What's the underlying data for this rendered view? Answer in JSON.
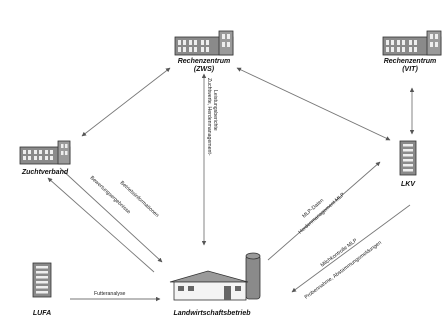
{
  "nodes": {
    "zws": {
      "name": "Rechenzentrum",
      "abbr": "(ZWS)"
    },
    "vit": {
      "name": "Rechenzentrum",
      "abbr": "(VIT)"
    },
    "zuchtverband": {
      "name": "Zuchtverband"
    },
    "lkv": {
      "name": "LKV"
    },
    "lufa": {
      "name": "LUFA"
    },
    "betrieb": {
      "name": "Landwirtschaftsbetrieb"
    }
  },
  "edges": {
    "zws_down_line1": "Zuchtwerte, Herdenmanagement-",
    "zws_down_line2": "Leistungsberichte",
    "zv_diag_line1": "Betriebsinformationen",
    "zv_diag_line2": "Bewertungsergebnisse",
    "lkv_up_line1": "MLP-Daten",
    "lkv_up_line2": "Herdenmanagement MLP",
    "lkv_down_line1": "Milchkontrolle MLP",
    "lkv_down_line2": "Probennahme, Abstammungsmeldungen",
    "lufa_line": "Futteranalyse"
  }
}
